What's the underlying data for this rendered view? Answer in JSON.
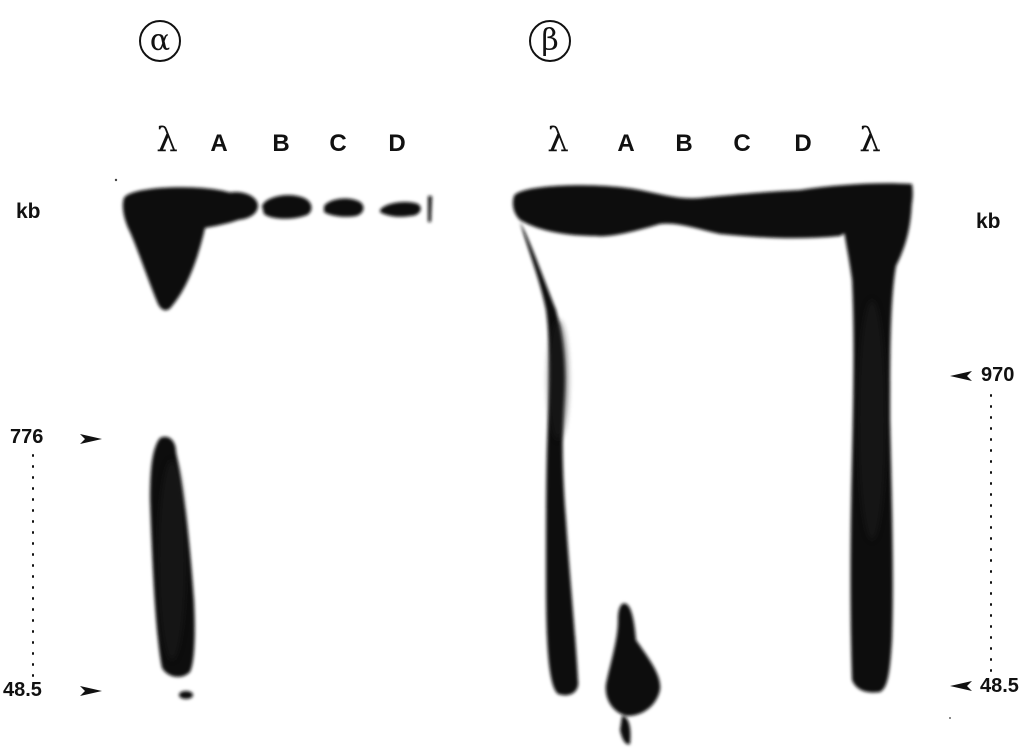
{
  "panels": [
    {
      "badge": "α",
      "unit": "kb",
      "lanes": [
        "λ",
        "A",
        "B",
        "C",
        "D"
      ],
      "markers": [
        {
          "label": "776",
          "side": "left"
        },
        {
          "label": "48.5",
          "side": "left"
        }
      ]
    },
    {
      "badge": "β",
      "unit": "kb",
      "lanes": [
        "λ",
        "A",
        "B",
        "C",
        "D",
        "λ"
      ],
      "markers": [
        {
          "label": "970",
          "side": "right"
        },
        {
          "label": "48.5",
          "side": "right"
        }
      ]
    }
  ],
  "colors": {
    "band": "#0d0d0d",
    "band_edge": "#2a2a2a",
    "background": "#ffffff",
    "text": "#111111"
  }
}
